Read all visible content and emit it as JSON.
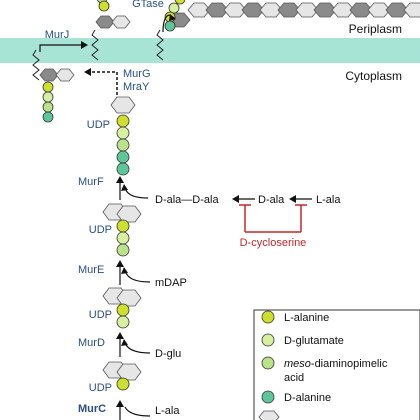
{
  "compartments": {
    "periplasm": "Periplasm",
    "cytoplasm": "Cytoplasm"
  },
  "enzymes": {
    "gtase": "GTase",
    "murj": "MurJ",
    "murg": "MurG",
    "mray": "MraY",
    "murf": "MurF",
    "mure": "MurE",
    "murd": "MurD",
    "murc": "MurC"
  },
  "udp_label": "UDP",
  "substrates": {
    "dala_dala": "D-ala—D-ala",
    "dala": "D-ala",
    "lala": "L-ala",
    "mdap": "mDAP",
    "dglu": "D-glu",
    "lala_bottom": "L-ala"
  },
  "inhibitor": "D-cycloserine",
  "legend": {
    "items": [
      {
        "label": "L-alanine"
      },
      {
        "label": "D-glutamate"
      },
      {
        "label_line1_italic": "meso",
        "label_line1_rest": "-diaminopimelic",
        "label_line2": "acid"
      },
      {
        "label": "D-alanine"
      }
    ]
  },
  "colors": {
    "membrane": "#a8e4d6",
    "l_alanine": "#cfe02c",
    "d_glutamate": "#d6f0a0",
    "meso_dap": "#b9e28a",
    "d_alanine": "#5ec79a",
    "sugar_light": "#e6e6e6",
    "sugar_dark": "#8a8a8a",
    "enzyme_text": "#2b4f86",
    "inhibitor": "#c0282d"
  }
}
